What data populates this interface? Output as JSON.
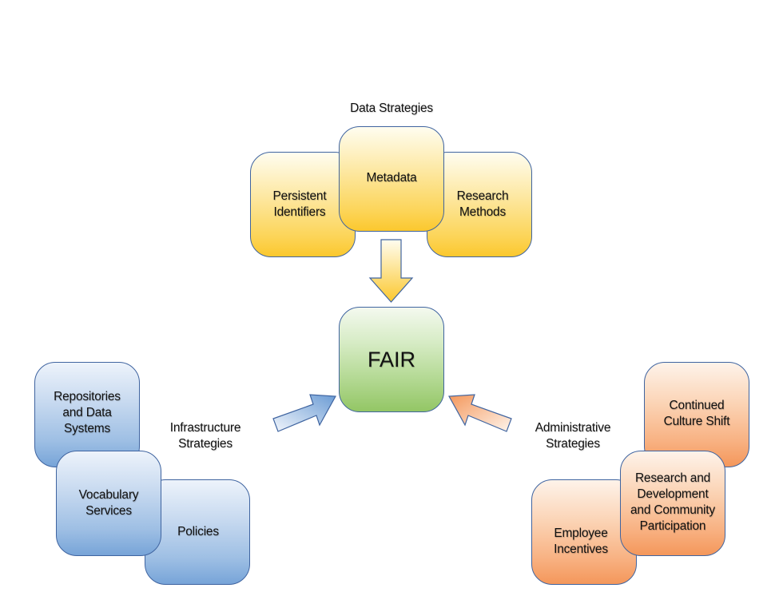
{
  "diagram": {
    "center": {
      "label": "FAIR",
      "color": "#93c665"
    },
    "groups": [
      {
        "id": "data",
        "title": "Data Strategies",
        "color": "#fbc82e",
        "items": [
          "Persistent\nIdentifiers",
          "Metadata",
          "Research\nMethods"
        ]
      },
      {
        "id": "infrastructure",
        "title": "Infrastructure\nStrategies",
        "color": "#77a4d8",
        "items": [
          "Repositories\nand Data\nSystems",
          "Vocabulary\nServices",
          "Policies"
        ]
      },
      {
        "id": "administrative",
        "title": "Administrative\nStrategies",
        "color": "#f4975b",
        "items": [
          "Continued\nCulture Shift",
          "Research and\nDevelopment\nand Community\nParticipation",
          "Employee\nIncentives"
        ]
      }
    ],
    "edges": [
      {
        "from": "data",
        "to": "center",
        "icon": "arrow-down-icon"
      },
      {
        "from": "infrastructure",
        "to": "center",
        "icon": "arrow-up-right-icon"
      },
      {
        "from": "administrative",
        "to": "center",
        "icon": "arrow-up-left-icon"
      }
    ],
    "border_color": "#3f64a0"
  }
}
